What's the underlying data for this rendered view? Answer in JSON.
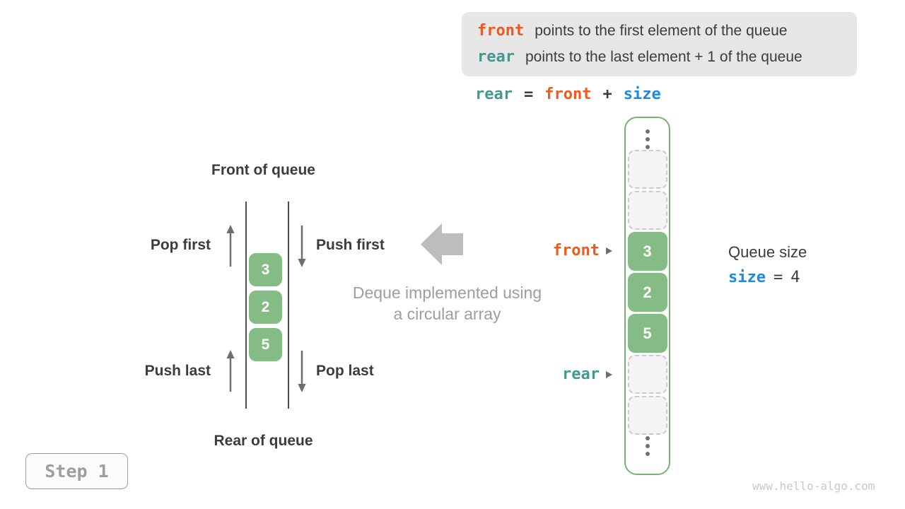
{
  "colors": {
    "front_accent": "#ED5A1E",
    "rear_accent": "#42998C",
    "size_accent": "#1E88E5",
    "cell_green": "#85BB85",
    "array_border_green": "#75B375",
    "legend_bg": "#E7E7E7",
    "muted_gray": "#9E9E9E",
    "block_arrow_gray": "#BDBDBD"
  },
  "icons": {
    "pointer": "triangle-right",
    "ellipsis": "vertical-dots",
    "block_arrow": "left-block-arrow",
    "up_arrow": "arrow-up",
    "down_arrow": "arrow-down"
  },
  "legend": {
    "rows": [
      {
        "keyword": "front",
        "text": "points to the first element of the queue"
      },
      {
        "keyword": "rear",
        "text": "points to the last element + 1 of the queue"
      }
    ]
  },
  "formula": {
    "lhs": "rear",
    "eq": "=",
    "op1": "front",
    "plus": "+",
    "op2": "size"
  },
  "left_queue": {
    "front_label": "Front of queue",
    "rear_label": "Rear of queue",
    "pop_first": "Pop first",
    "push_first": "Push first",
    "push_last": "Push last",
    "pop_last": "Pop last",
    "cells": [
      "3",
      "2",
      "5"
    ]
  },
  "middle": {
    "caption_line1": "Deque implemented using",
    "caption_line2": "a circular array"
  },
  "array": {
    "front_pointer": "front",
    "rear_pointer": "rear",
    "cells": [
      {
        "state": "empty",
        "value": ""
      },
      {
        "state": "empty",
        "value": ""
      },
      {
        "state": "filled",
        "value": "3"
      },
      {
        "state": "filled",
        "value": "2"
      },
      {
        "state": "filled",
        "value": "5"
      },
      {
        "state": "empty",
        "value": ""
      },
      {
        "state": "empty",
        "value": ""
      }
    ]
  },
  "queue_size": {
    "label": "Queue size",
    "var": "size",
    "eq": "=",
    "value": "4"
  },
  "step": {
    "label": "Step 1"
  },
  "watermark": "www.hello-algo.com"
}
